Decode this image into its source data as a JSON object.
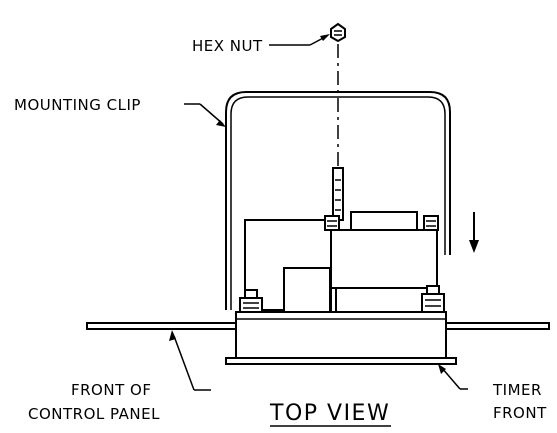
{
  "labels": {
    "hex_nut": "HEX NUT",
    "mounting_clip": "MOUNTING CLIP",
    "front_of": "FRONT OF",
    "control_panel": "CONTROL PANEL",
    "timer": "TIMER",
    "front": "FRONT",
    "view_title": "TOP VIEW"
  }
}
